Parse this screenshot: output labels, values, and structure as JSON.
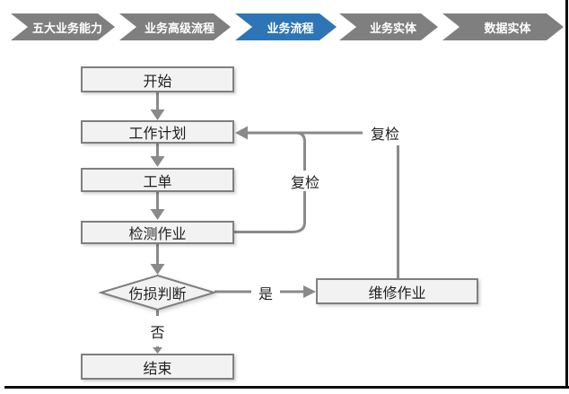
{
  "breadcrumb": {
    "items": [
      {
        "label": "五大业务能力",
        "active": false
      },
      {
        "label": "业务高级流程",
        "active": false
      },
      {
        "label": "业务流程",
        "active": true
      },
      {
        "label": "业务实体",
        "active": false
      },
      {
        "label": "数据实体",
        "active": false
      }
    ]
  },
  "flowchart": {
    "nodes": {
      "start": "开始",
      "plan": "工作计划",
      "order": "工单",
      "inspect": "检测作业",
      "decision": "伤损判断",
      "repair": "维修作业",
      "end": "结束"
    },
    "edge_labels": {
      "recheck_loop": "复检",
      "recheck_repair": "复检",
      "yes": "是",
      "no": "否"
    }
  },
  "colors": {
    "accent_blue": "#2E75B6",
    "chevron_gray": "#7F7F7F",
    "node_fill": "#F2F2F2",
    "node_border": "#7F7F7F",
    "connector_gray": "#8A8A8A",
    "frame_black": "#0D0D0D",
    "text_dark": "#1F1F1F"
  }
}
